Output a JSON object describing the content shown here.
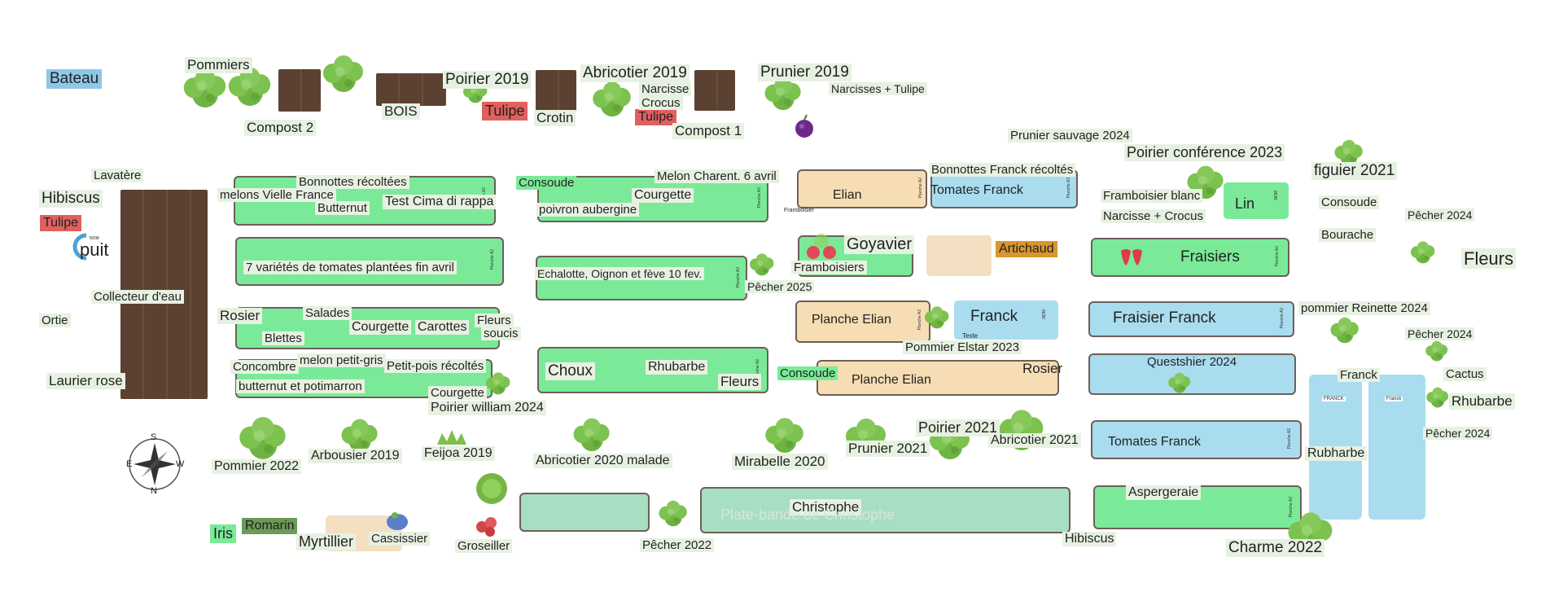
{
  "colors": {
    "bed_green": "#7aea98",
    "bed_blue": "#a9dcef",
    "bed_tan": "#f6ddb3",
    "bed_mint": "#a6dfc1",
    "tulipe_red": "#e0605e",
    "bateau_blue": "#8fc7e8",
    "artichaud_orange": "#d9962e",
    "romarin_green": "#6c9a57",
    "label_bg": "#e7f1e1"
  },
  "icons": [
    "tree-icon",
    "compass-rose-icon",
    "plum-icon",
    "strawberry-icon",
    "raspberry-icon",
    "berry-icon",
    "pine-icon",
    "bush-icon"
  ],
  "labels": {
    "bateau": "Bateau",
    "pommiers": "Pommiers",
    "compost2": "Compost 2",
    "bois": "BOIS",
    "poirier2019": "Poirier 2019",
    "tulipe1": "Tulipe",
    "crotin": "Crotin",
    "abricotier2019": "Abricotier 2019",
    "narcisse": "Narcisse",
    "crocus": "Crocus",
    "tulipe2": "Tulipe",
    "compost1": "Compost 1",
    "prunier2019": "Prunier 2019",
    "narcisses_tulipe": "Narcisses + Tulipe",
    "prunier_sauvage": "Prunier sauvage 2024",
    "poirier_conference": "Poirier conférence 2023",
    "figuier": "figuier 2021",
    "lavatere": "Lavatère",
    "hibiscus_left": "Hibiscus",
    "tulipe3": "Tulipe",
    "puit": "puit",
    "puit_tag": "NOM",
    "collecteur": "Collecteur d'eau",
    "ortie": "Ortie",
    "laurier": "Laurier rose",
    "bonnottes_recoltees": "Bonnottes récoltées",
    "melons_vielle": "melons Vielle France",
    "butternut": "Butternut",
    "test_cima": "Test Cima di rappa",
    "tomates_7": "7 variétés de tomates plantées fin avril",
    "rosier1": "Rosier",
    "salades": "Salades",
    "courgette1": "Courgette",
    "carottes": "Carottes",
    "fleurs_soucis": "Fleurs",
    "soucis": "soucis",
    "blettes": "Blettes",
    "concombre": "Concombre",
    "melon_petit_gris": "melon petit-gris",
    "petit_pois": "Petit-pois récoltés",
    "butternut_potimarron": "butternut et potimarron",
    "courgette2": "Courgette",
    "poirier_william": "Poirier william 2024",
    "consoude1": "Consoude",
    "melon_charent": "Melon Charent. 6 avril",
    "courgette3": "Courgette",
    "poivron": "poivron aubergine",
    "echalotte": "Echalotte, Oignon et fève 10 fev.",
    "pecher2025": "Pêcher 2025",
    "choux": "Choux",
    "rhubarbe1": "Rhubarbe",
    "fleurs2": "Fleurs",
    "elian": "Elian",
    "framboisier_small": "Framboisier",
    "bonnottes_franck": "Bonnottes Franck récoltés",
    "tomates_franck1": "Tomates Franck",
    "goyavier": "Goyavier",
    "framboisiers": "Framboisiers",
    "artichaud": "Artichaud",
    "planche_elian1": "Planche Elian",
    "franck_bed": "Franck",
    "texte": "Texte",
    "pommier_elstar": "Pommier Elstar 2023",
    "consoude2": "Consoude",
    "planche_elian2": "Planche Elian",
    "rosier2": "Rosier",
    "framboisier_blanc": "Framboisier blanc",
    "narcisse_crocus": "Narcisse + Crocus",
    "lin": "Lin",
    "fraisiers": "Fraisiers",
    "fraisier_franck": "Fraisier Franck",
    "questshier": "Questshier 2024",
    "tomates_franck2": "Tomates Franck",
    "rubarbe_blue": "Rubharbe",
    "franck_col": "Franck",
    "franck_tag1": "FRANCK",
    "franck_tag2": "Franck",
    "aspergeraie": "Aspergeraie",
    "consoude3": "Consoude",
    "bourache": "Bourache",
    "pecher2024a": "Pêcher 2024",
    "fleurs3": "Fleurs",
    "pommier_reinette": "pommier Reinette 2024",
    "pecher2024b": "Pêcher 2024",
    "cactus": "Cactus",
    "rhubarbe2": "Rhubarbe",
    "pecher2024c": "Pêcher 2024",
    "pommier2022": "Pommier 2022",
    "arbousier": "Arbousier 2019",
    "feijoa": "Feijoa 2019",
    "abricotier_malade": "Abricotier 2020 malade",
    "mirabelle": "Mirabelle 2020",
    "prunier2021": "Prunier 2021",
    "poirier2021": "Poirier 2021",
    "abricotier2021": "Abricotier 2021",
    "iris": "Iris",
    "romarin": "Romarin",
    "myrtillier": "Myrtillier",
    "cassissier": "Cassissier",
    "groseiller": "Groseiller",
    "pecher2022": "Pêcher 2022",
    "christophe": "Christophe",
    "plate_bande": "Plate-bande de Christophe",
    "hibiscus_bottom": "Hibiscus",
    "charme": "Charme 2022",
    "planche_tag": "Planche A2",
    "compass_n": "N",
    "compass_s": "S",
    "compass_e": "E",
    "compass_w": "W"
  }
}
